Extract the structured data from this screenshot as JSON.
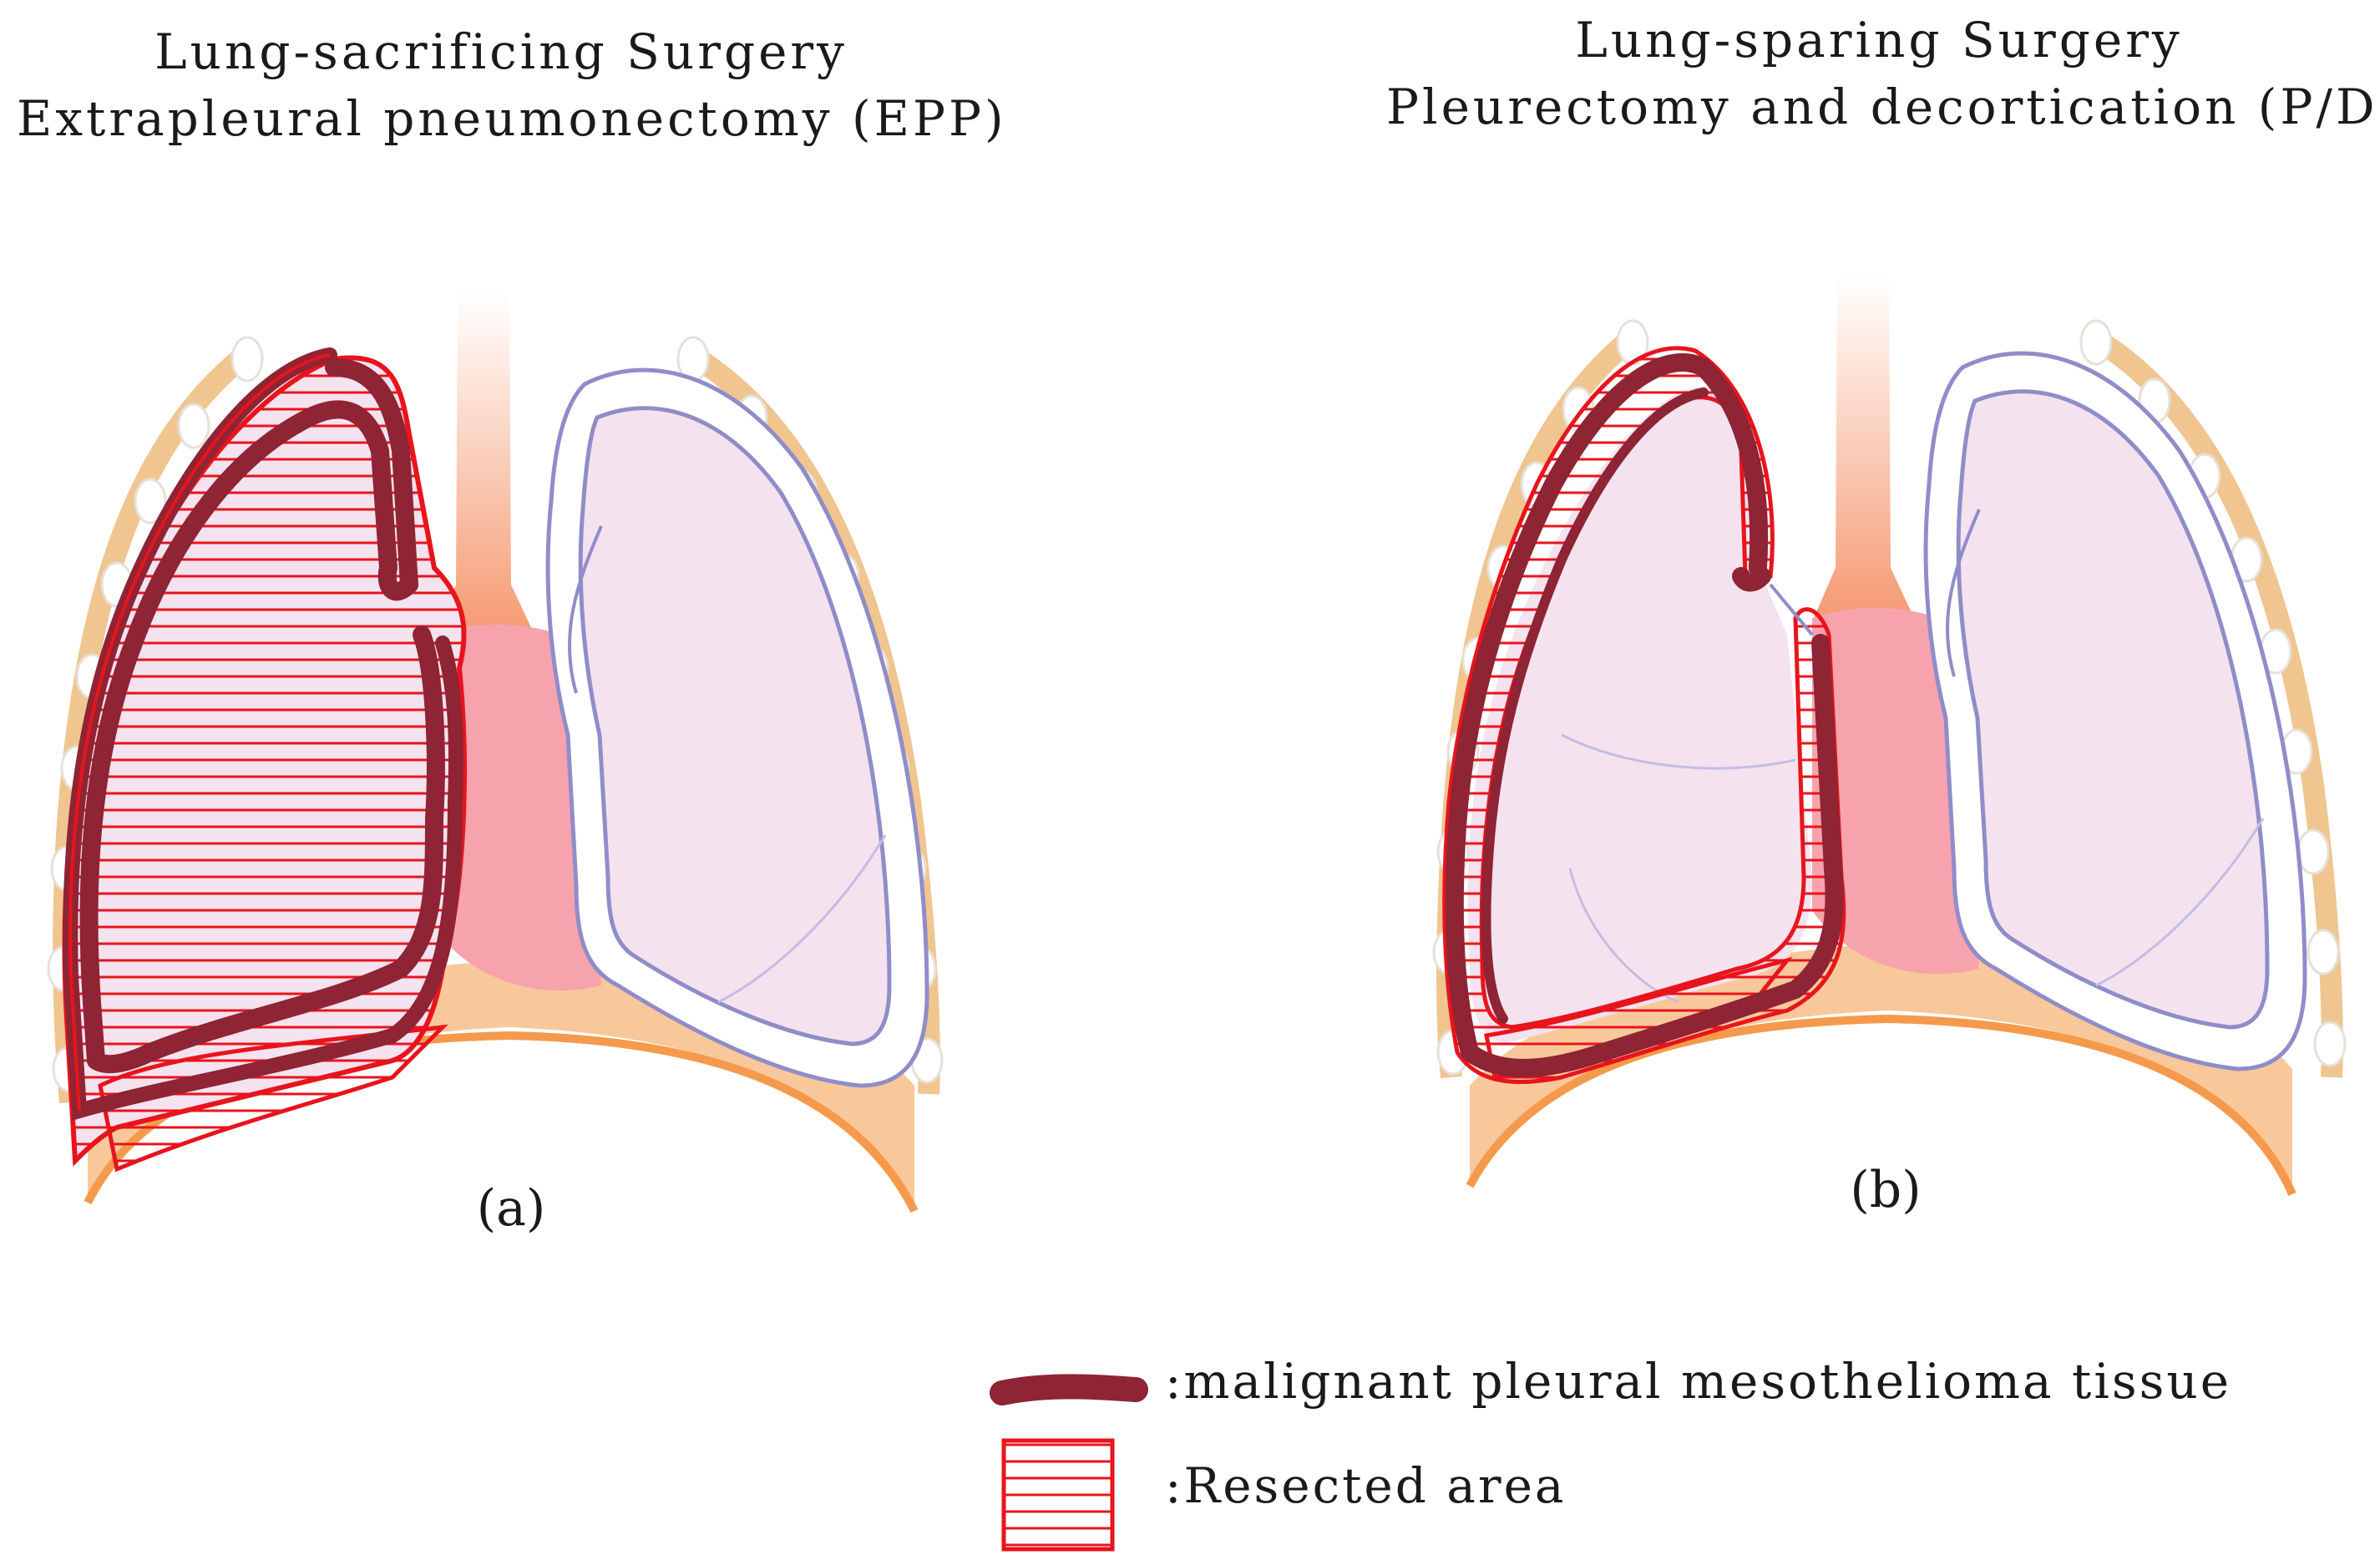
{
  "panels": [
    {
      "id": "a",
      "title_line1": "Lung-sacrificing Surgery",
      "title_line2": "Extrapleural pneumonectomy (EPP)",
      "caption": "(a)"
    },
    {
      "id": "b",
      "title_line1": "Lung-sparing Surgery",
      "title_line2": "Pleurectomy and decortication (P/D)",
      "caption": "(b)"
    }
  ],
  "legend": [
    {
      "label": ":malignant pleural mesothelioma tissue",
      "icon": "tumor-tissue-swatch"
    },
    {
      "label": ":Resected area",
      "icon": "resected-hatch-swatch"
    }
  ],
  "colors": {
    "tumor": "#8e2434",
    "resection_outline": "#e8141c",
    "hatch": "#e8141c",
    "lung_fill": "#f4e2ef",
    "lung_outline": "#8f8dc9",
    "heart": "#f6a3ad",
    "diaphragm": "#f9c89a",
    "trachea": "#f7a27c",
    "ribs": "#f0c58f"
  }
}
